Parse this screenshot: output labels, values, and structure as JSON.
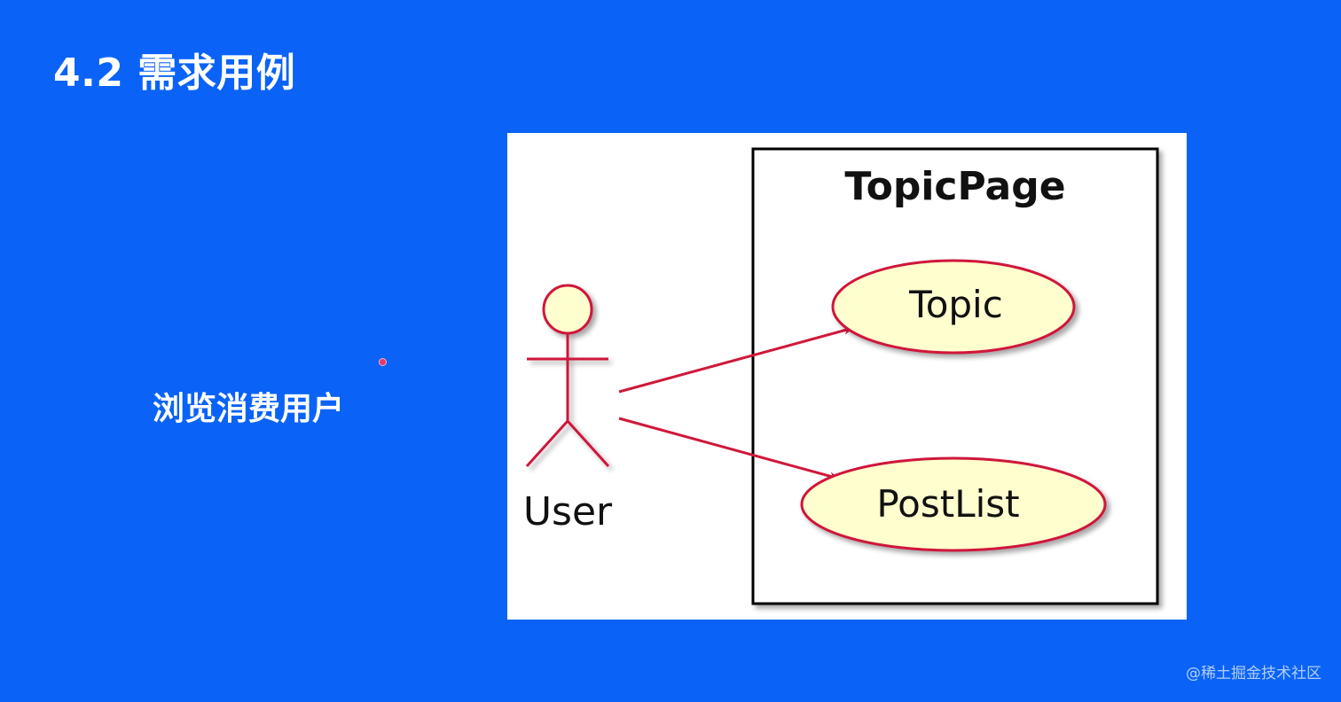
{
  "slide": {
    "title": "4.2 需求用例",
    "side_label": "浏览消费用户",
    "watermark": "@稀土掘金技术社区"
  },
  "diagram": {
    "type": "use-case",
    "system": {
      "name": "TopicPage"
    },
    "actor": {
      "name": "User"
    },
    "use_cases": [
      {
        "label": "Topic"
      },
      {
        "label": "PostList"
      }
    ],
    "associations": [
      {
        "from": "User",
        "to": "Topic"
      },
      {
        "from": "User",
        "to": "PostList"
      }
    ],
    "colors": {
      "background": "#0a63f6",
      "line": "#d0183a",
      "ellipse_fill": "#fefece",
      "actor_fill": "#fefece",
      "border": "#000000"
    }
  }
}
